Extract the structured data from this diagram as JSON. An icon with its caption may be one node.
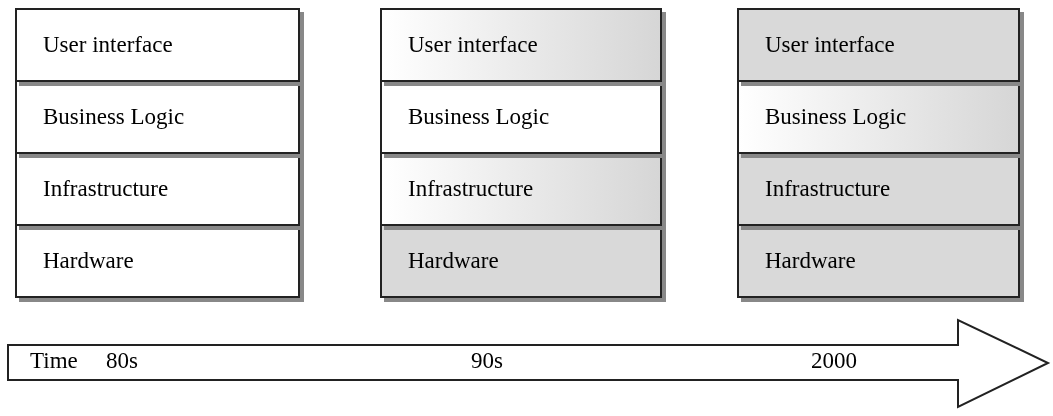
{
  "diagram": {
    "nodes": [
      {
        "text": [
          "User interface"
        ]
      },
      {
        "text": [
          "Business Logic"
        ]
      },
      {
        "text": [
          "Infrastructure"
        ]
      },
      {
        "text": [
          "Hardware"
        ]
      },
      {
        "text": [
          "User interface"
        ]
      },
      {
        "text": [
          "Business Logic"
        ]
      },
      {
        "text": [
          "Infrastructure"
        ]
      },
      {
        "text": [
          "Hardware"
        ]
      },
      {
        "text": [
          "User interface"
        ]
      },
      {
        "text": [
          "Business Logic"
        ]
      },
      {
        "text": [
          "Infrastructure"
        ]
      },
      {
        "text": [
          "Hardware"
        ]
      },
      {
        "text": [
          "Time",
          "80s",
          "90s",
          "2000"
        ]
      }
    ],
    "edges": []
  }
}
